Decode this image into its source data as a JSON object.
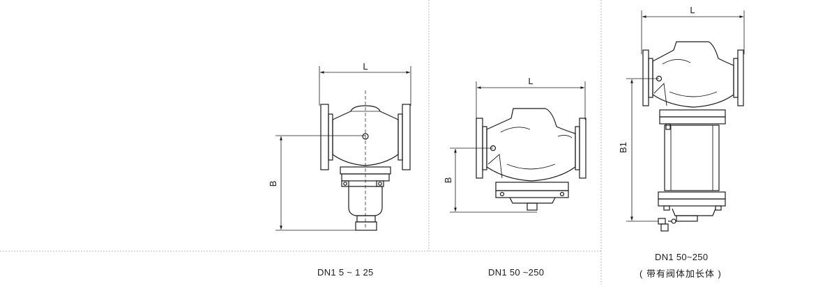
{
  "drawings": [
    {
      "caption": "DN1 5 ~ 1 25",
      "dimension_labels": {
        "length": "L",
        "height": "B"
      }
    },
    {
      "caption": "DN1 50 ~250",
      "dimension_labels": {
        "length": "L",
        "height": "B"
      }
    },
    {
      "caption": "DN1 50~250",
      "caption_note": "( 带有阀体加长体 )",
      "dimension_labels": {
        "length": "L",
        "height": "B1"
      }
    }
  ],
  "colors": {
    "line": "#1a1a1a",
    "divider": "#b8b8b8"
  }
}
